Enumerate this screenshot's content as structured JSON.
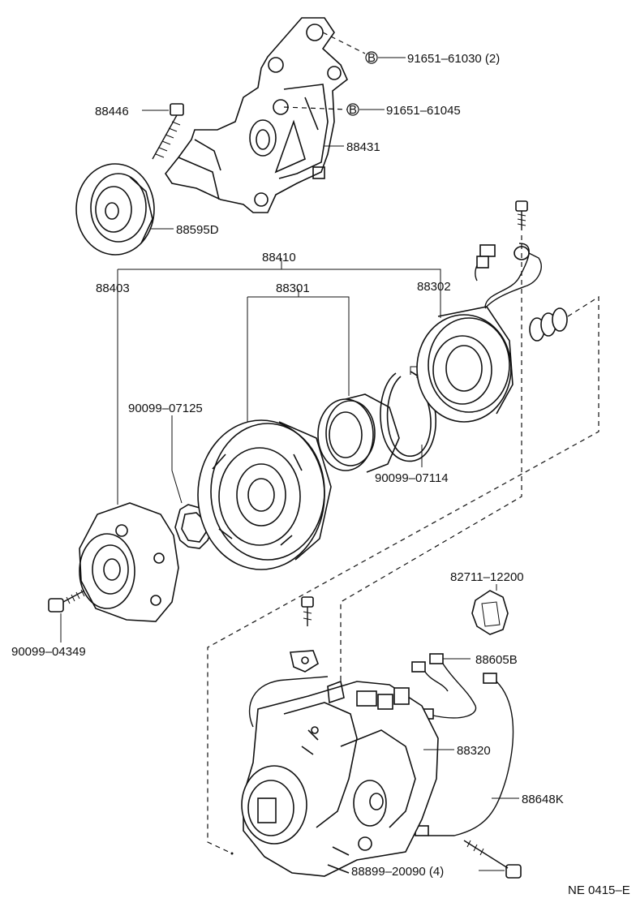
{
  "labels": {
    "p91651_61030": "91651–61030 (2)",
    "p91651_61045": "91651–61045",
    "p88446": "88446",
    "p88431": "88431",
    "p88595D": "88595D",
    "p88410": "88410",
    "p88403": "88403",
    "p88301": "88301",
    "p88302": "88302",
    "p90099_07125": "90099–07125",
    "p90099_07114": "90099–07114",
    "p90099_04349": "90099–04349",
    "p82711_12200": "82711–12200",
    "p88605B": "88605B",
    "p88320": "88320",
    "p88648K": "88648K",
    "p88899_20090": "88899–20090 (4)",
    "ref": "NE 0415–E"
  },
  "bolt_marker": "B"
}
